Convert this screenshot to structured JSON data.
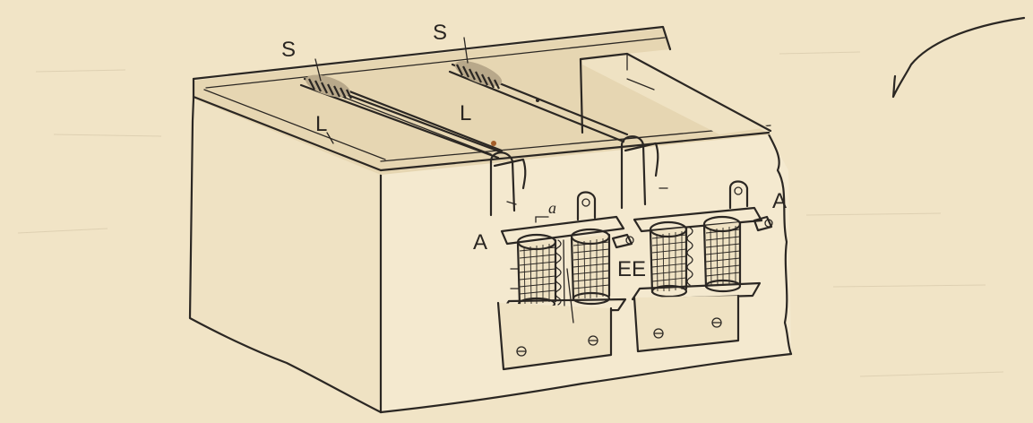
{
  "labels": {
    "spring_left": "S",
    "spring_right": "S",
    "lever_left": "L",
    "lever_right": "L",
    "armature_left": "A",
    "armature_right": "A",
    "armature_small": "a",
    "electromagnets": "EE"
  },
  "colors": {
    "paper": "#f1e4c6",
    "ink": "#2b2723"
  }
}
